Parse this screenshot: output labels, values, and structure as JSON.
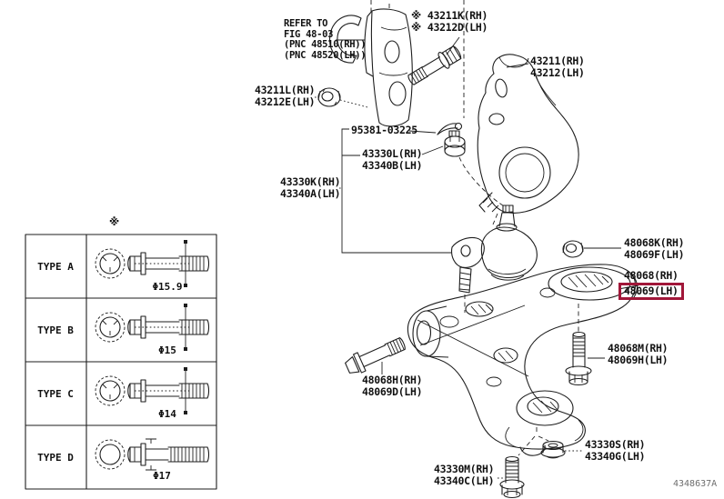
{
  "diagram": {
    "title_note": "front axle arm & steering knuckle parts diagram",
    "footer_code": "4348637A",
    "highlight_color": "#a11739",
    "refer_note": {
      "l1": "REFER TO",
      "l2": "FIG 48-03",
      "l3": "(PNC 48510(RH))",
      "l4": "(PNC 48520(LH))"
    },
    "labels": {
      "knuckle_bolt": {
        "marker": "※",
        "rh": "43211K(RH)",
        "lh": "43212D(LH)"
      },
      "knuckle_nut": {
        "rh": "43211L(RH)",
        "lh": "43212E(LH)"
      },
      "knuckle": {
        "rh": "43211(RH)",
        "lh": "43212(LH)"
      },
      "cotter_pin": {
        "code": "95381-03225"
      },
      "balljoint_nut": {
        "rh": "43330L(RH)",
        "lh": "43340B(LH)"
      },
      "balljoint": {
        "rh": "43330K(RH)",
        "lh": "43340A(LH)"
      },
      "arm_nut": {
        "rh": "48068K(RH)",
        "lh": "48069F(LH)"
      },
      "arm": {
        "rh": "48068(RH)",
        "lh": "48069(LH)"
      },
      "arm_bolt_rear": {
        "rh": "48068M(RH)",
        "lh": "48069H(LH)"
      },
      "arm_bolt_front": {
        "rh": "48068H(RH)",
        "lh": "48069D(LH)"
      },
      "bracket_nut": {
        "rh": "43330S(RH)",
        "lh": "43340G(LH)"
      },
      "bracket_bolt": {
        "rh": "43330M(RH)",
        "lh": "43340C(LH)"
      }
    },
    "table": {
      "marker": "※",
      "rows": [
        {
          "type": "TYPE A",
          "dia": "Φ15.9"
        },
        {
          "type": "TYPE B",
          "dia": "Φ15"
        },
        {
          "type": "TYPE C",
          "dia": "Φ14"
        },
        {
          "type": "TYPE D",
          "dia": "Φ17"
        }
      ]
    }
  }
}
